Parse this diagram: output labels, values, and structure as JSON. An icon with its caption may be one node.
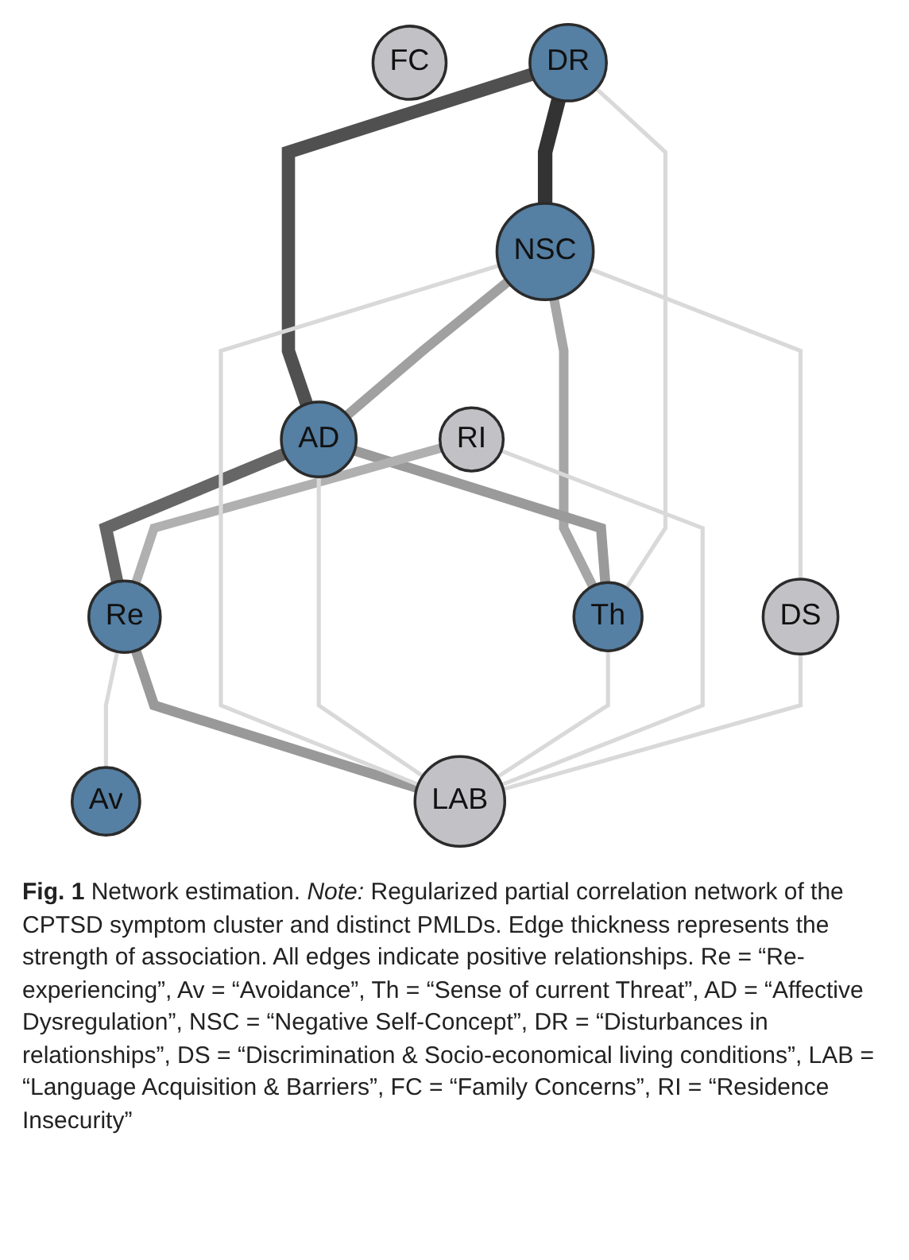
{
  "diagram": {
    "caption": "**Fig. 1** Network estimation. *Note:* Regularized partial correlation network of the CPTSD symptom cluster and distinct PMLDs. Edge thickness represents the strength of association. All edges indicate positive relationships. Re = “Re-experiencing”, Av = “Avoidance”, Th = “Sense of current Threat”, AD = “Affective Dysregulation”, NSC = “Negative Self-Concept”, DR = “Disturbances in relationships”, DS = “Discrimination & Socio-economical living conditions”, LAB = “Language Acquisition & Barriers”, FC = “Family Concerns”, RI = “Residence Insecurity”",
    "nodes": [
      {
        "text": [
          "FC"
        ]
      },
      {
        "text": [
          "DR"
        ]
      },
      {
        "text": [
          "RI"
        ]
      },
      {
        "text": [
          "NSC"
        ]
      },
      {
        "text": [
          "AD"
        ]
      },
      {
        "text": [
          "Re"
        ]
      },
      {
        "text": [
          "DS"
        ]
      },
      {
        "text": [
          "Th"
        ]
      },
      {
        "text": [
          "LAB"
        ]
      },
      {
        "text": [
          "Av"
        ]
      }
    ],
    "edges": [
      {
        "from": 1,
        "to": 3,
        "arrow": "none",
        "style": "thick",
        "color": "#333333"
      },
      {
        "from": 1,
        "to": 4,
        "arrow": "none",
        "style": "thick",
        "color": "#505050"
      },
      {
        "from": 4,
        "to": 5,
        "arrow": "none",
        "style": "thick",
        "color": "#666666"
      },
      {
        "from": 3,
        "to": 4,
        "arrow": "none",
        "style": "thick",
        "color": "#a0a0a0"
      },
      {
        "from": 3,
        "to": 7,
        "arrow": "none",
        "style": "thick",
        "color": "#a6a6a6"
      },
      {
        "from": 4,
        "to": 7,
        "arrow": "none",
        "style": "thick",
        "color": "#9a9a9a"
      },
      {
        "from": 2,
        "to": 5,
        "arrow": "none",
        "style": "thick",
        "color": "#b0b0b0"
      },
      {
        "from": 5,
        "to": 8,
        "arrow": "none",
        "style": "thick",
        "color": "#999999"
      },
      {
        "from": 1,
        "to": 7,
        "arrow": "none"
      },
      {
        "from": 3,
        "to": 8,
        "arrow": "none"
      },
      {
        "from": 3,
        "to": 6,
        "arrow": "none"
      },
      {
        "from": 4,
        "to": 8,
        "arrow": "none"
      },
      {
        "from": 7,
        "to": 8,
        "arrow": "none"
      },
      {
        "from": 5,
        "to": 9,
        "arrow": "none"
      },
      {
        "from": 2,
        "to": 8,
        "arrow": "none"
      },
      {
        "from": 6,
        "to": 8,
        "arrow": "none"
      }
    ]
  }
}
